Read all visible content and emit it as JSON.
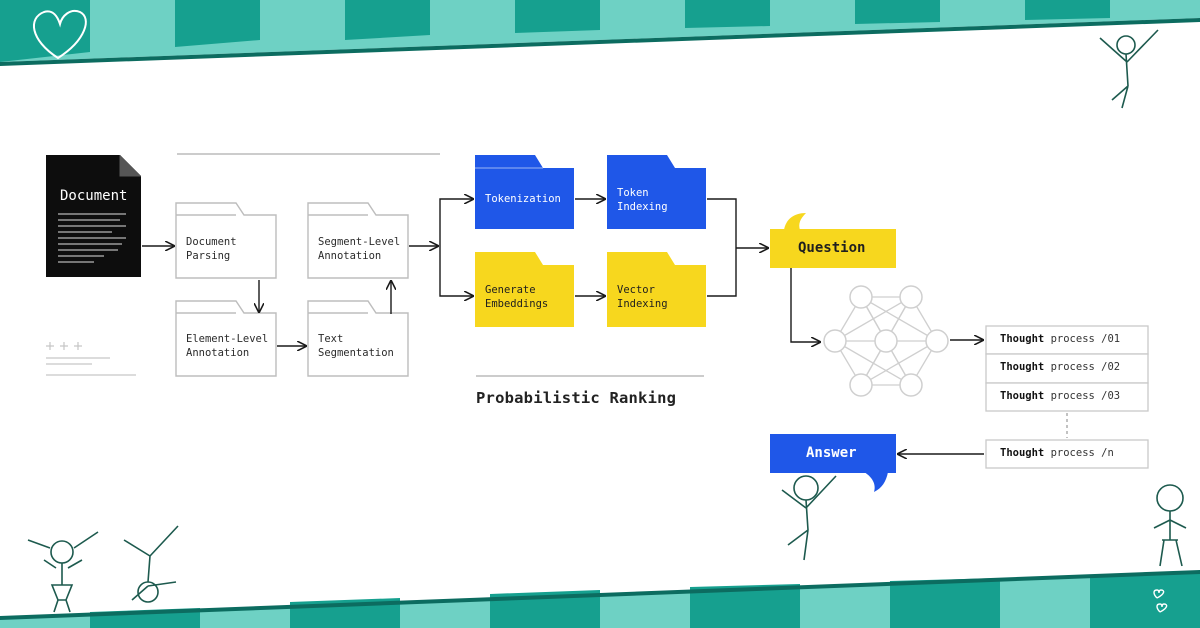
{
  "document": {
    "title": "Document"
  },
  "pipeline": {
    "document_parsing": "Document\nParsing",
    "element_level_annotation": "Element-Level\nAnnotation",
    "segment_level_annotation": "Segment-Level\nAnnotation",
    "text_segmentation": "Text\nSegmentation"
  },
  "index": {
    "tokenization": "Tokenization",
    "token_indexing": "Token\nIndexing",
    "generate_embeddings": "Generate\nEmbeddings",
    "vector_indexing": "Vector\nIndexing"
  },
  "ranking_title": "Probabilistic Ranking",
  "question": "Question",
  "answer": "Answer",
  "thoughts": [
    {
      "bold": "Thought",
      "rest": " process /01"
    },
    {
      "bold": "Thought",
      "rest": " process /02"
    },
    {
      "bold": "Thought",
      "rest": " process /03"
    },
    {
      "bold": "Thought",
      "rest": " process /n"
    }
  ],
  "colors": {
    "blue": "#1f57e8",
    "yellow": "#f7d71e",
    "teal": "#16a08f",
    "teal_light": "#6ed1c4",
    "doc_black": "#0d0d0d",
    "stroke": "#b9b9b9"
  }
}
